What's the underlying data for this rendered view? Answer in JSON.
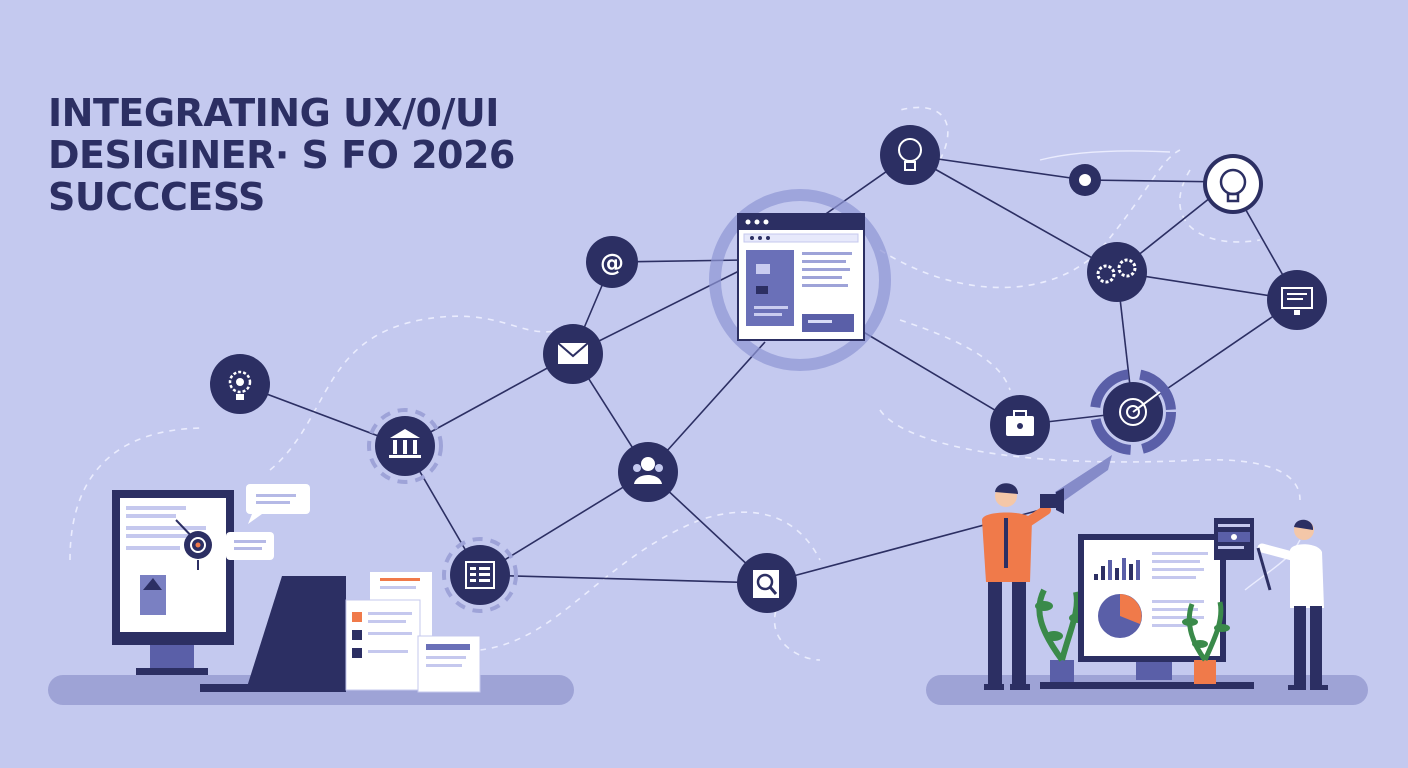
{
  "headline": {
    "line1": "INTEGRATING UX/0/UI",
    "line2": "DESIGINER· S FO 2026",
    "line3": "SUCCCESS"
  },
  "colors": {
    "background": "#c4c9ef",
    "node_fill": "#2c2f63",
    "accent_orange": "#f07a4a",
    "screen_blue": "#5a5fa8",
    "plant_green": "#3a8a4a"
  },
  "nodes": [
    {
      "id": "lightbulb",
      "icon": "lightbulb-icon"
    },
    {
      "id": "dot",
      "icon": "dot-icon"
    },
    {
      "id": "idea",
      "icon": "idea-bulb-icon"
    },
    {
      "id": "at",
      "icon": "at-sign-icon"
    },
    {
      "id": "gears",
      "icon": "gears-icon"
    },
    {
      "id": "monitor",
      "icon": "monitor-icon"
    },
    {
      "id": "mail",
      "icon": "envelope-icon"
    },
    {
      "id": "gear-bulb",
      "icon": "gear-bulb-icon"
    },
    {
      "id": "bank",
      "icon": "bank-icon"
    },
    {
      "id": "briefcase",
      "icon": "briefcase-icon"
    },
    {
      "id": "target",
      "icon": "target-icon"
    },
    {
      "id": "users",
      "icon": "users-icon"
    },
    {
      "id": "document",
      "icon": "document-icon"
    },
    {
      "id": "search",
      "icon": "magnifier-icon"
    }
  ]
}
